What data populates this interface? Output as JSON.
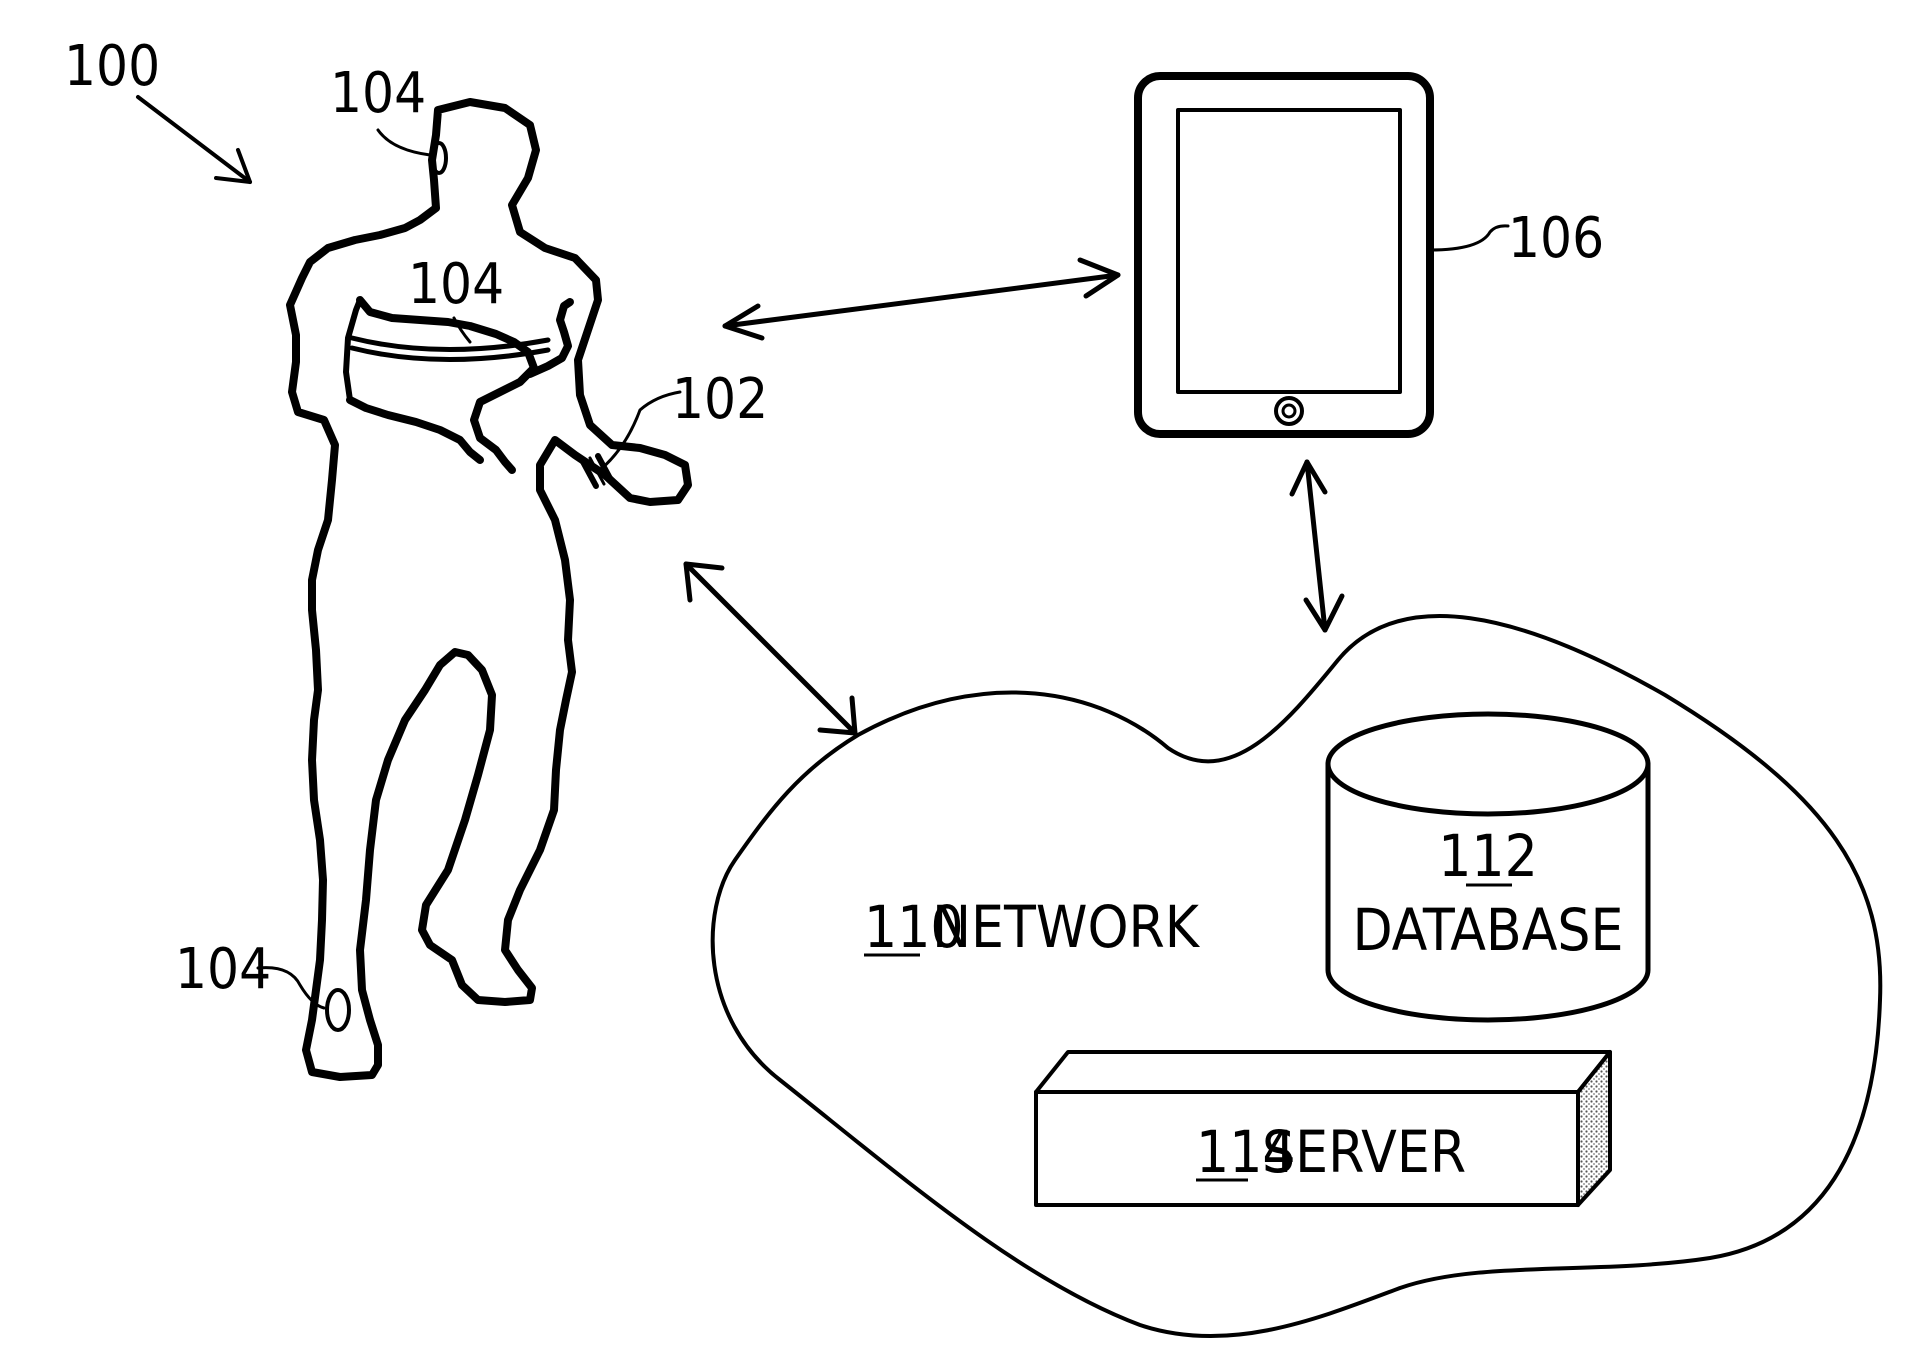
{
  "labels": {
    "system": "100",
    "user_device": "102",
    "sensor_head": "104",
    "sensor_chest": "104",
    "sensor_ankle": "104",
    "mobile_device": "106"
  },
  "network": {
    "ref": "110",
    "text": "NETWORK"
  },
  "database": {
    "ref": "112",
    "text": "DATABASE"
  },
  "server": {
    "ref": "114",
    "text": "SERVER"
  }
}
